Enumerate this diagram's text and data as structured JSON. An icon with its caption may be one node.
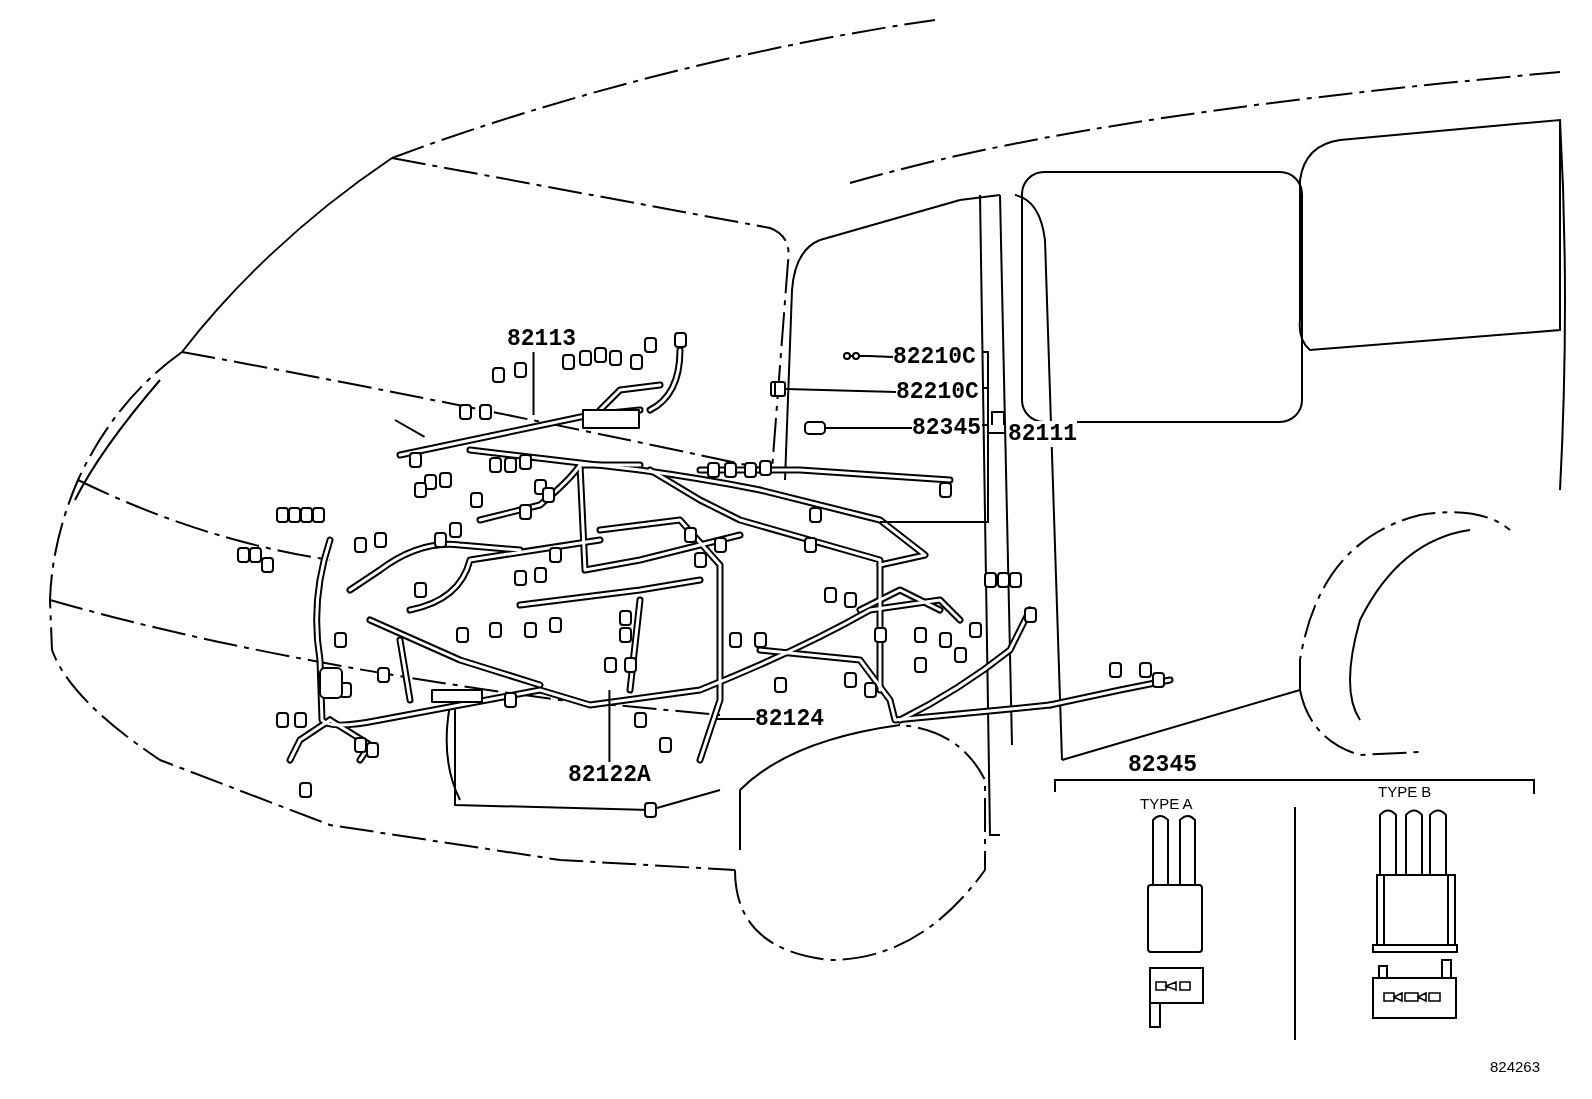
{
  "diagram": {
    "nodes": [
      {
        "text": [
          "82113"
        ]
      },
      {
        "text": [
          "82210C"
        ]
      },
      {
        "text": [],
        "shape": "picture"
      },
      {
        "text": [
          "82210C"
        ]
      },
      {
        "text": [],
        "shape": "picture"
      },
      {
        "text": [
          "82345"
        ]
      },
      {
        "text": [],
        "shape": "picture"
      },
      {
        "text": [
          "82124"
        ]
      },
      {
        "text": [
          "82122A"
        ]
      }
    ],
    "edges": [
      {
        "from": 0,
        "to": null,
        "arrow": "none"
      },
      {
        "from": 1,
        "to": 2,
        "arrow": "none"
      },
      {
        "from": 3,
        "to": 4,
        "arrow": "none"
      },
      {
        "from": 5,
        "to": 6,
        "arrow": "none"
      },
      {
        "from": 7,
        "to": null,
        "arrow": "none"
      },
      {
        "from": 8,
        "to": null,
        "arrow": "none"
      }
    ],
    "labels": [
      "82111",
      "82345",
      "TYPE A",
      "TYPE B",
      "824263"
    ]
  }
}
